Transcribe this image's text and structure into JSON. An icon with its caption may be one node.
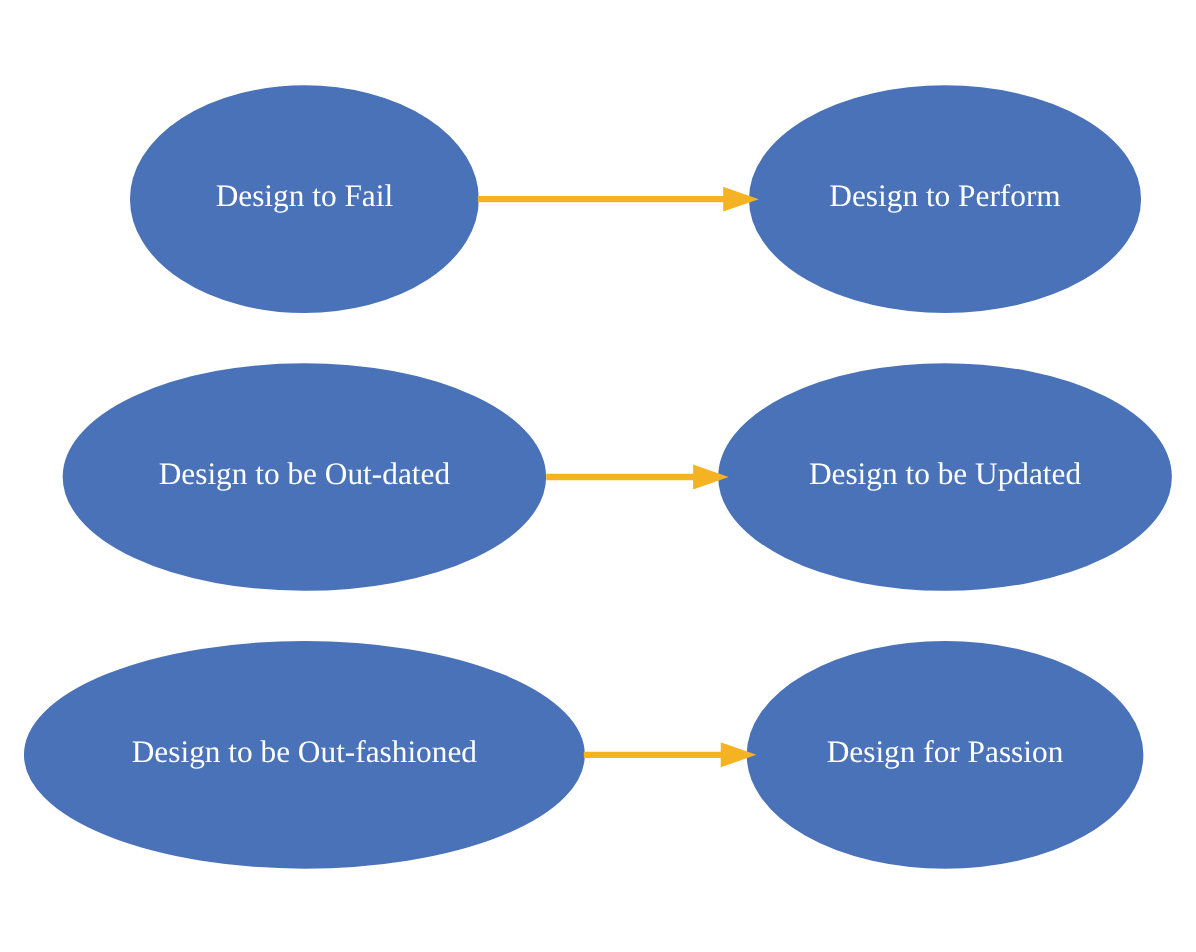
{
  "diagram": {
    "nodes": [
      {
        "text": [
          "Design to Fail"
        ]
      },
      {
        "text": [
          "Design to Perform"
        ]
      },
      {
        "text": [
          "Design to be Out-dated"
        ]
      },
      {
        "text": [
          "Design to be Updated"
        ]
      },
      {
        "text": [
          "Design to be Out-fashioned"
        ]
      },
      {
        "text": [
          "Design for Passion"
        ]
      }
    ],
    "edges": [
      {
        "from": 0,
        "to": 1,
        "arrow": "to"
      },
      {
        "from": 2,
        "to": 3,
        "arrow": "to"
      },
      {
        "from": 4,
        "to": 5,
        "arrow": "to"
      }
    ]
  }
}
